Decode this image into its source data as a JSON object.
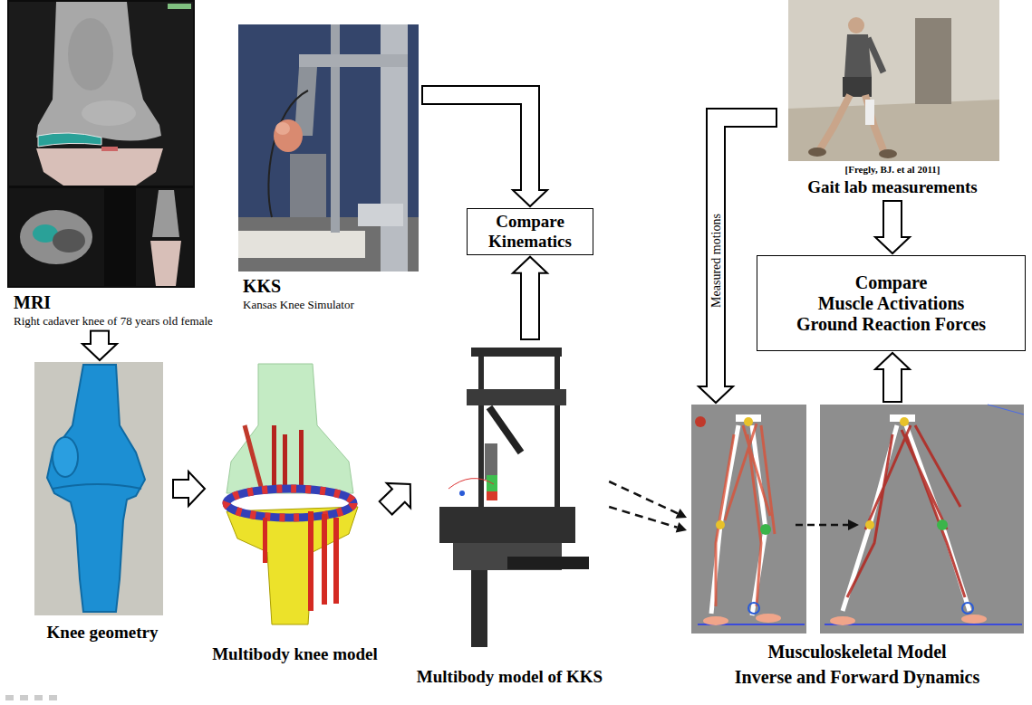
{
  "diagram": {
    "nodes": [
      {
        "text": [
          "MRI",
          "Right cadaver knee of 78 years old female"
        ]
      },
      {
        "text": [
          "KKS",
          "Kansas Knee Simulator"
        ]
      },
      {
        "text": [
          "[Fregly, BJ. et al 2011]",
          "Gait lab measurements"
        ]
      },
      {
        "text": [
          "Compare Kinematics"
        ]
      },
      {
        "text": [
          "Compare",
          "Muscle Activations Ground Reaction Forces"
        ]
      },
      {
        "text": [
          "Knee geometry"
        ]
      },
      {
        "text": [
          "Multibody knee model"
        ]
      },
      {
        "text": [
          "Multibody model of KKS"
        ]
      },
      {
        "text": [
          "Musculoskeletal Model",
          "Inverse and Forward Dynamics"
        ]
      }
    ],
    "edges": [
      {
        "from": 0,
        "to": 5,
        "arrow": "to"
      },
      {
        "from": 5,
        "to": 6,
        "arrow": "to"
      },
      {
        "from": 6,
        "to": 7,
        "arrow": "to"
      },
      {
        "from": 1,
        "to": 3,
        "arrow": "to"
      },
      {
        "from": 7,
        "to": 3,
        "arrow": "to"
      },
      {
        "from": 2,
        "to": 4,
        "arrow": "to"
      },
      {
        "from": 8,
        "to": 4,
        "arrow": "to"
      },
      {
        "from": 2,
        "to": 8,
        "label": "Measured motions",
        "arrow": "to"
      },
      {
        "from": 7,
        "to": 8,
        "arrow": "to"
      },
      {
        "from": 7,
        "to": 8,
        "arrow": "to"
      }
    ]
  }
}
